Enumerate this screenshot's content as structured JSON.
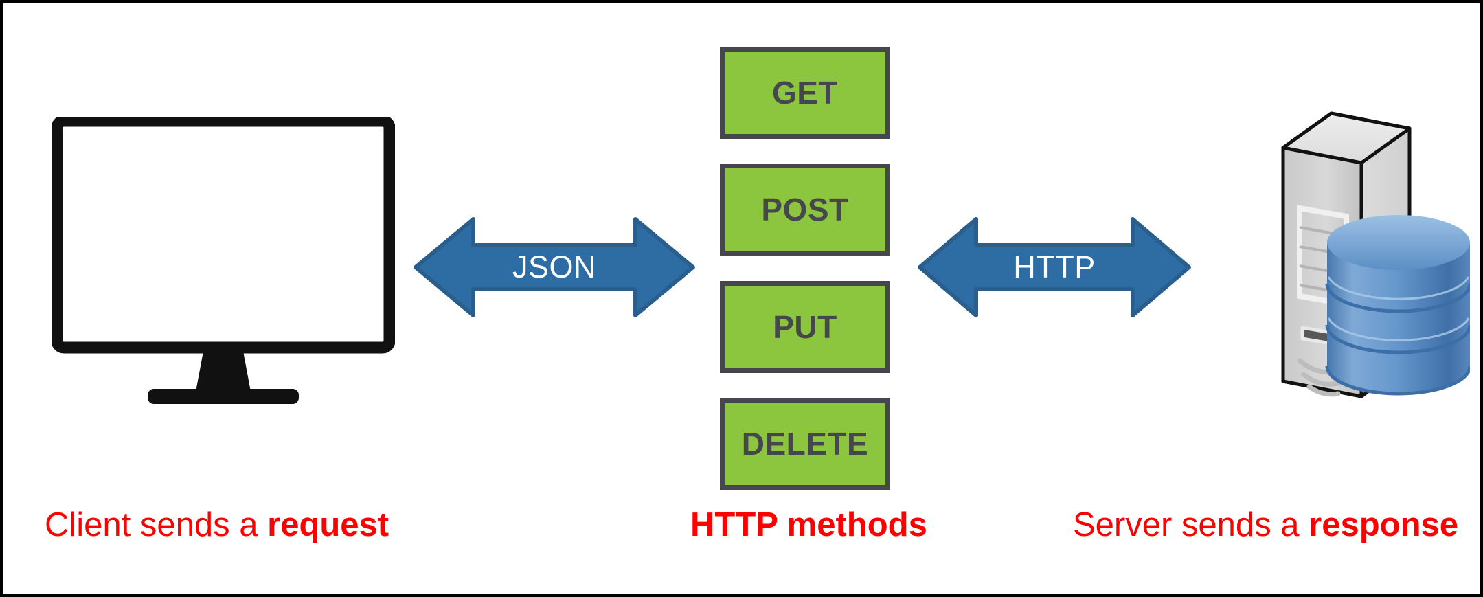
{
  "diagram": {
    "title": "REST API client-server request/response flow",
    "background": "#FFFFFF",
    "border_color": "#000000"
  },
  "colors": {
    "method_box_fill": "#8CC63F",
    "method_box_border": "#46464E",
    "arrow_fill": "#2E6DA4",
    "arrow_stroke": "#2A5E8C",
    "caption_text": "#FF0000",
    "monitor_outline": "#111111",
    "server_body": "#D4D4D4",
    "database_fill": "#5B8FC9"
  },
  "client": {
    "icon": "monitor-icon",
    "caption_prefix": "Client sends a ",
    "caption_bold": "request"
  },
  "arrows": [
    {
      "name": "json-arrow",
      "label": "JSON",
      "direction": "bidirectional"
    },
    {
      "name": "http-arrow",
      "label": "HTTP",
      "direction": "bidirectional"
    }
  ],
  "methods": {
    "caption": "HTTP methods",
    "items": [
      {
        "label": "GET"
      },
      {
        "label": "POST"
      },
      {
        "label": "PUT"
      },
      {
        "label": "DELETE"
      }
    ]
  },
  "server": {
    "icon": "server-database-icon",
    "caption_prefix": "Server sends a ",
    "caption_bold": "response"
  }
}
